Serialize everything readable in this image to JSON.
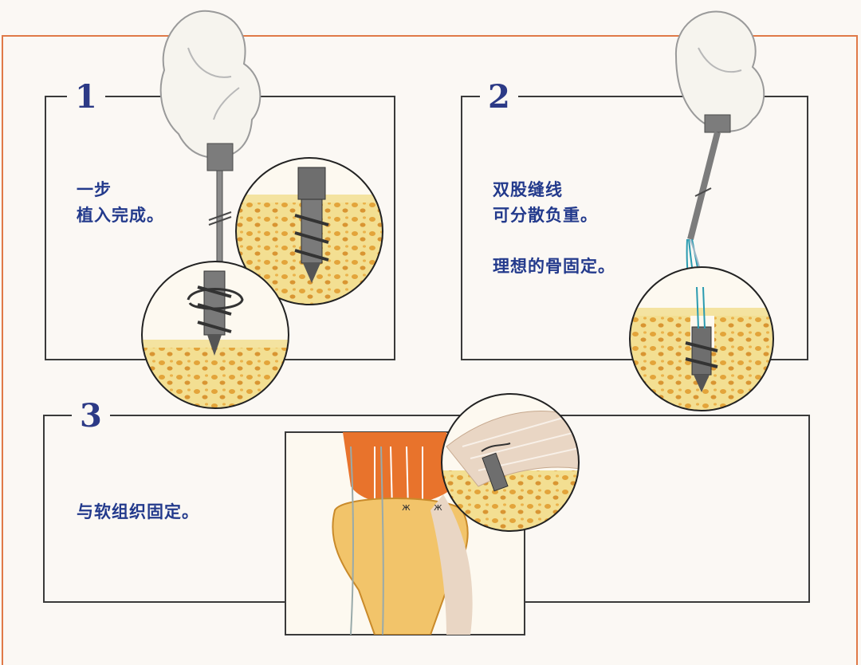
{
  "steps": [
    {
      "number": "1",
      "caption": "一步\n植入完成。"
    },
    {
      "number": "2",
      "caption": "双股缝线\n可分散负重。\n\n理想的骨固定。"
    },
    {
      "number": "3",
      "caption": "与软组织固定。"
    }
  ],
  "colors": {
    "frame": "#e07a48",
    "panel_border": "#3a3a3a",
    "text": "#233a8c",
    "bone": "#f2dc8a",
    "bone_pore": "#e6a93a",
    "tendon": "#e8732c",
    "instrument": "#6a6a6a",
    "suture_blue": "#2a9bb0"
  },
  "icons": [
    "glove-hand-icon",
    "screwdriver-icon",
    "bone-anchor-icon",
    "rotation-arrow-icon",
    "suture-icon",
    "knee-joint-icon"
  ]
}
